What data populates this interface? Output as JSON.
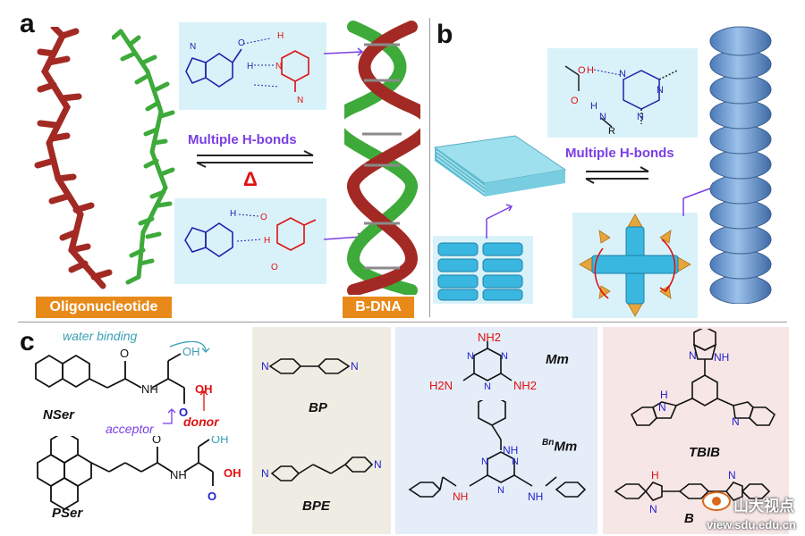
{
  "panel_letters": {
    "a": "a",
    "b": "b",
    "c": "c"
  },
  "panel_a": {
    "left_label": "Oligonucleotide",
    "right_label": "B-DNA",
    "arrow_caption": "Multiple H-bonds",
    "delta": "Δ"
  },
  "panel_b": {
    "arrow_caption": "Multiple H-bonds",
    "r_group": "R"
  },
  "panel_c": {
    "water_binding": "water binding",
    "acceptor": "acceptor",
    "donor": "donor",
    "nser": "NSer",
    "pser": "PSer",
    "bp": "BP",
    "bpe": "BPE",
    "mm": "Mm",
    "bnmm_sup": "Bn",
    "bnmm": "Mm",
    "tbib": "TBIB",
    "bib": "B"
  },
  "chem_labels": {
    "oh": "OH",
    "nh": "NH",
    "n": "N",
    "o": "O",
    "h": "H",
    "nh2": "NH2",
    "h2n": "H2N"
  },
  "watermark": {
    "text": "山大视点",
    "url": "view.sdu.edu.cn"
  },
  "colors": {
    "strand_red": "#a32a24",
    "strand_green": "#3daa3a",
    "label_orange": "#e88a1a",
    "caption_purple": "#7b3fe4",
    "delta_red": "#e01010",
    "cyan_panel": "#d9f2fa",
    "beige_panel": "#efede3",
    "blue_panel": "#e4edf8",
    "pink_panel": "#f7e6e6",
    "fiber_blue": "#6f9ed4",
    "sheet_cyan": "#7fd3e6",
    "donor_red": "#e01010",
    "acceptor_purple": "#7b3fe4",
    "water_teal": "#3aa0b4"
  }
}
